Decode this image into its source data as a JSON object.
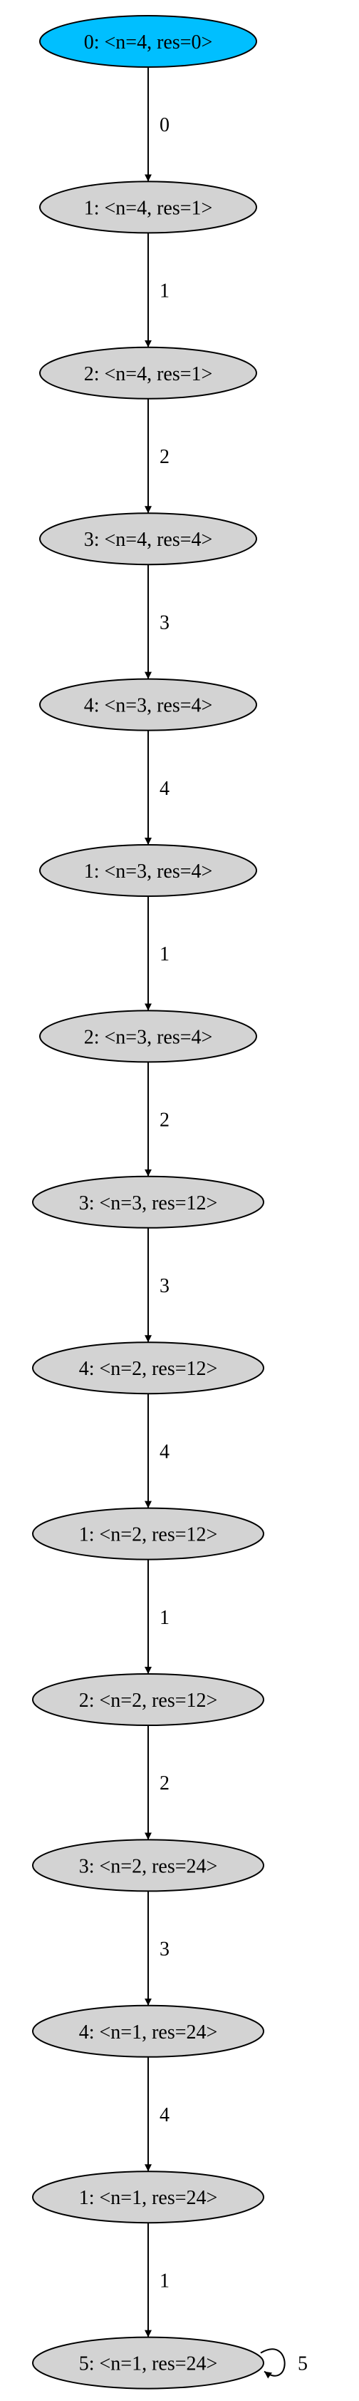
{
  "colors": {
    "initial_fill": "#00bfff",
    "state_fill": "#d3d3d3",
    "stroke": "#000000",
    "background": "#ffffff"
  },
  "nodes": [
    {
      "id": "n0",
      "label": "0: <n=4, res=0>",
      "initial": true
    },
    {
      "id": "n1",
      "label": "1: <n=4, res=1>"
    },
    {
      "id": "n2",
      "label": "2: <n=4, res=1>"
    },
    {
      "id": "n3",
      "label": "3: <n=4, res=4>"
    },
    {
      "id": "n4",
      "label": "4: <n=3, res=4>"
    },
    {
      "id": "n5",
      "label": "1: <n=3, res=4>"
    },
    {
      "id": "n6",
      "label": "2: <n=3, res=4>"
    },
    {
      "id": "n7",
      "label": "3: <n=3, res=12>"
    },
    {
      "id": "n8",
      "label": "4: <n=2, res=12>"
    },
    {
      "id": "n9",
      "label": "1: <n=2, res=12>"
    },
    {
      "id": "n10",
      "label": "2: <n=2, res=12>"
    },
    {
      "id": "n11",
      "label": "3: <n=2, res=24>"
    },
    {
      "id": "n12",
      "label": "4: <n=1, res=24>"
    },
    {
      "id": "n13",
      "label": "1: <n=1, res=24>"
    },
    {
      "id": "n14",
      "label": "5: <n=1, res=24>"
    }
  ],
  "edges": [
    {
      "from": "n0",
      "to": "n1",
      "label": "0"
    },
    {
      "from": "n1",
      "to": "n2",
      "label": "1"
    },
    {
      "from": "n2",
      "to": "n3",
      "label": "2"
    },
    {
      "from": "n3",
      "to": "n4",
      "label": "3"
    },
    {
      "from": "n4",
      "to": "n5",
      "label": "4"
    },
    {
      "from": "n5",
      "to": "n6",
      "label": "1"
    },
    {
      "from": "n6",
      "to": "n7",
      "label": "2"
    },
    {
      "from": "n7",
      "to": "n8",
      "label": "3"
    },
    {
      "from": "n8",
      "to": "n9",
      "label": "4"
    },
    {
      "from": "n9",
      "to": "n10",
      "label": "1"
    },
    {
      "from": "n10",
      "to": "n11",
      "label": "2"
    },
    {
      "from": "n11",
      "to": "n12",
      "label": "3"
    },
    {
      "from": "n12",
      "to": "n13",
      "label": "4"
    },
    {
      "from": "n13",
      "to": "n14",
      "label": "1"
    },
    {
      "from": "n14",
      "to": "n14",
      "label": "5",
      "self_loop": true
    }
  ]
}
